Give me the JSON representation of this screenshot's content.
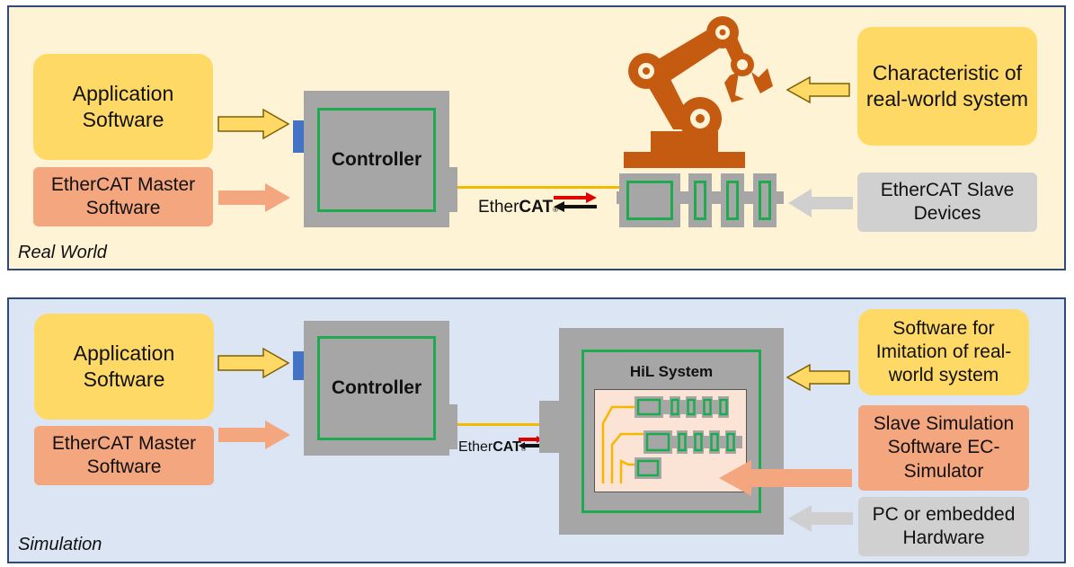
{
  "real_world": {
    "label": "Real World",
    "application_software": "Application Software",
    "master_software": "EtherCAT Master Software",
    "controller": "Controller",
    "ethercat_logo": {
      "prefix": "Ether",
      "suffix": "CAT",
      "mark": "®"
    },
    "characteristic": "Characteristic of real-world system",
    "slave_devices": "EtherCAT Slave Devices"
  },
  "simulation": {
    "label": "Simulation",
    "application_software": "Application Software",
    "master_software": "EtherCAT Master Software",
    "controller": "Controller",
    "ethercat_logo": {
      "prefix": "Ether",
      "suffix": "CAT",
      "mark": "®"
    },
    "hil_system": "HiL System",
    "software_imitation": "Software for Imitation of real-world system",
    "slave_simulation": "Slave Simulation Software EC-Simulator",
    "pc_hardware": "PC or embedded Hardware"
  },
  "colors": {
    "yellow_box": "#ffd966",
    "orange_box": "#f4a67e",
    "gray_box": "#d0d0d0",
    "controller_gray": "#a6a6a6",
    "green_border": "#1faa4f",
    "ethercat_line": "#f5b800",
    "robot_orange": "#c55a11",
    "real_world_bg": "#fff3d6",
    "simulation_bg": "#dce5f3",
    "panel_border": "#2e4a7a"
  },
  "icons": [
    "robot-arm-icon",
    "ethercat-arrows-icon"
  ]
}
